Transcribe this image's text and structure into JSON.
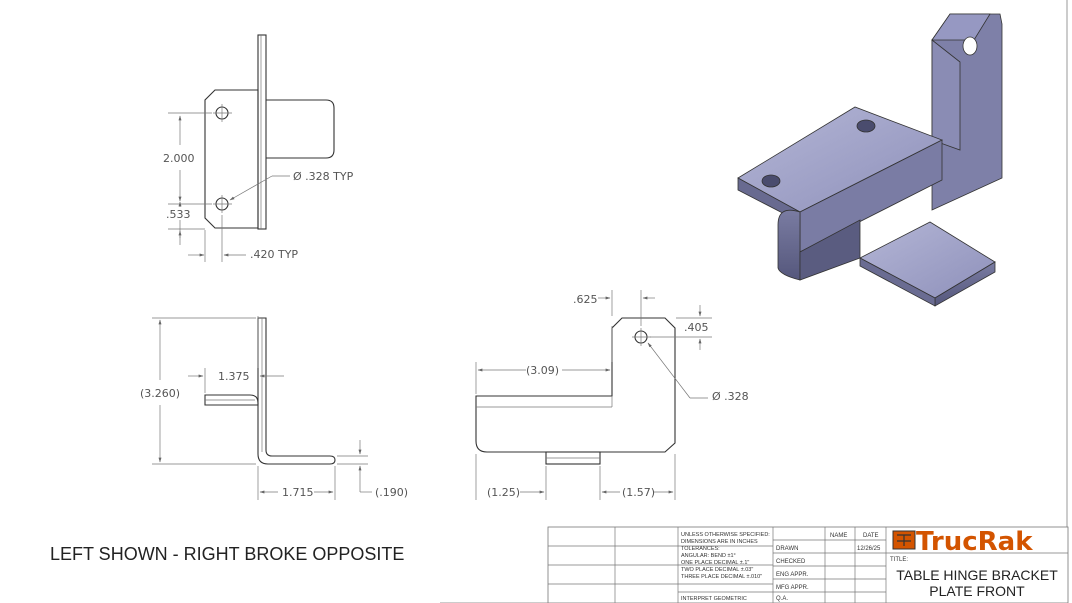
{
  "dimensions": {
    "front": {
      "height": "2.000",
      "edge": ".533",
      "hole": "Ø .328 TYP",
      "hole_offset": ".420 TYP"
    },
    "side": {
      "overall": "(3.260)",
      "top_leg": "1.375",
      "bottom_leg": "1.715",
      "thickness": "(.190)"
    },
    "top": {
      "width": "(3.09)",
      "corner": ".625",
      "hole_offset": ".405",
      "hole": "Ø .328",
      "left": "(1.25)",
      "right": "(1.57)"
    }
  },
  "note": "LEFT SHOWN - RIGHT BROKE OPPOSITE",
  "title_block": {
    "tolerances": [
      "UNLESS OTHERWISE SPECIFIED:",
      "DIMENSIONS ARE IN INCHES",
      "TOLERANCES:",
      "ANGULAR: BEND ±1°",
      "ONE PLACE DECIMAL ±.1\"",
      "TWO PLACE DECIMAL ±.03\"",
      "THREE PLACE DECIMAL ±.010\""
    ],
    "interpret": "INTERPRET GEOMETRIC",
    "col_name": "NAME",
    "col_date": "DATE",
    "rows": [
      "DRAWN",
      "CHECKED",
      "ENG APPR.",
      "MFG APPR.",
      "Q.A."
    ],
    "drawn_date": "12/26/25",
    "title_label": "TITLE:",
    "title_line1": "TABLE HINGE BRACKET",
    "title_line2": "PLATE FRONT",
    "brand": "TrucRak"
  }
}
